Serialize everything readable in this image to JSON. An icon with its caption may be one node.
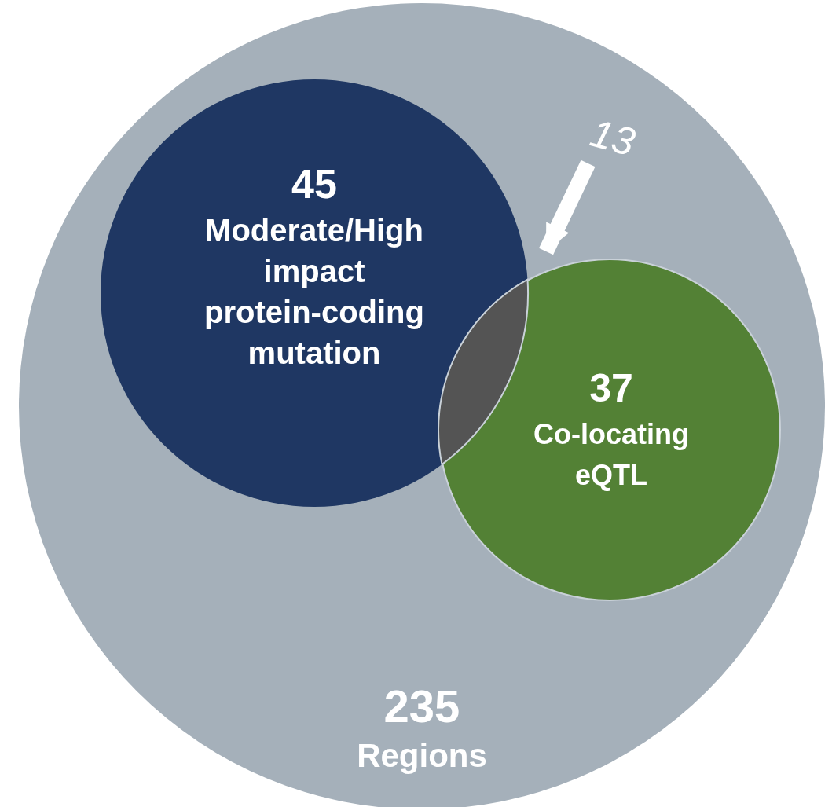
{
  "diagram": {
    "nodes": [
      {
        "text": [
          "235",
          "Regions"
        ]
      },
      {
        "text": [
          "45",
          "Moderate/High impact protein-coding mutation"
        ],
        "in": 0
      },
      {
        "text": [
          "13"
        ],
        "in": 0
      },
      {
        "text": [],
        "shape": "lens"
      },
      {
        "text": [
          "37",
          "Co-locating eQTL"
        ],
        "in": 0
      }
    ],
    "edges": [
      {
        "from": 2,
        "to": 3,
        "arrow": "to"
      }
    ]
  }
}
